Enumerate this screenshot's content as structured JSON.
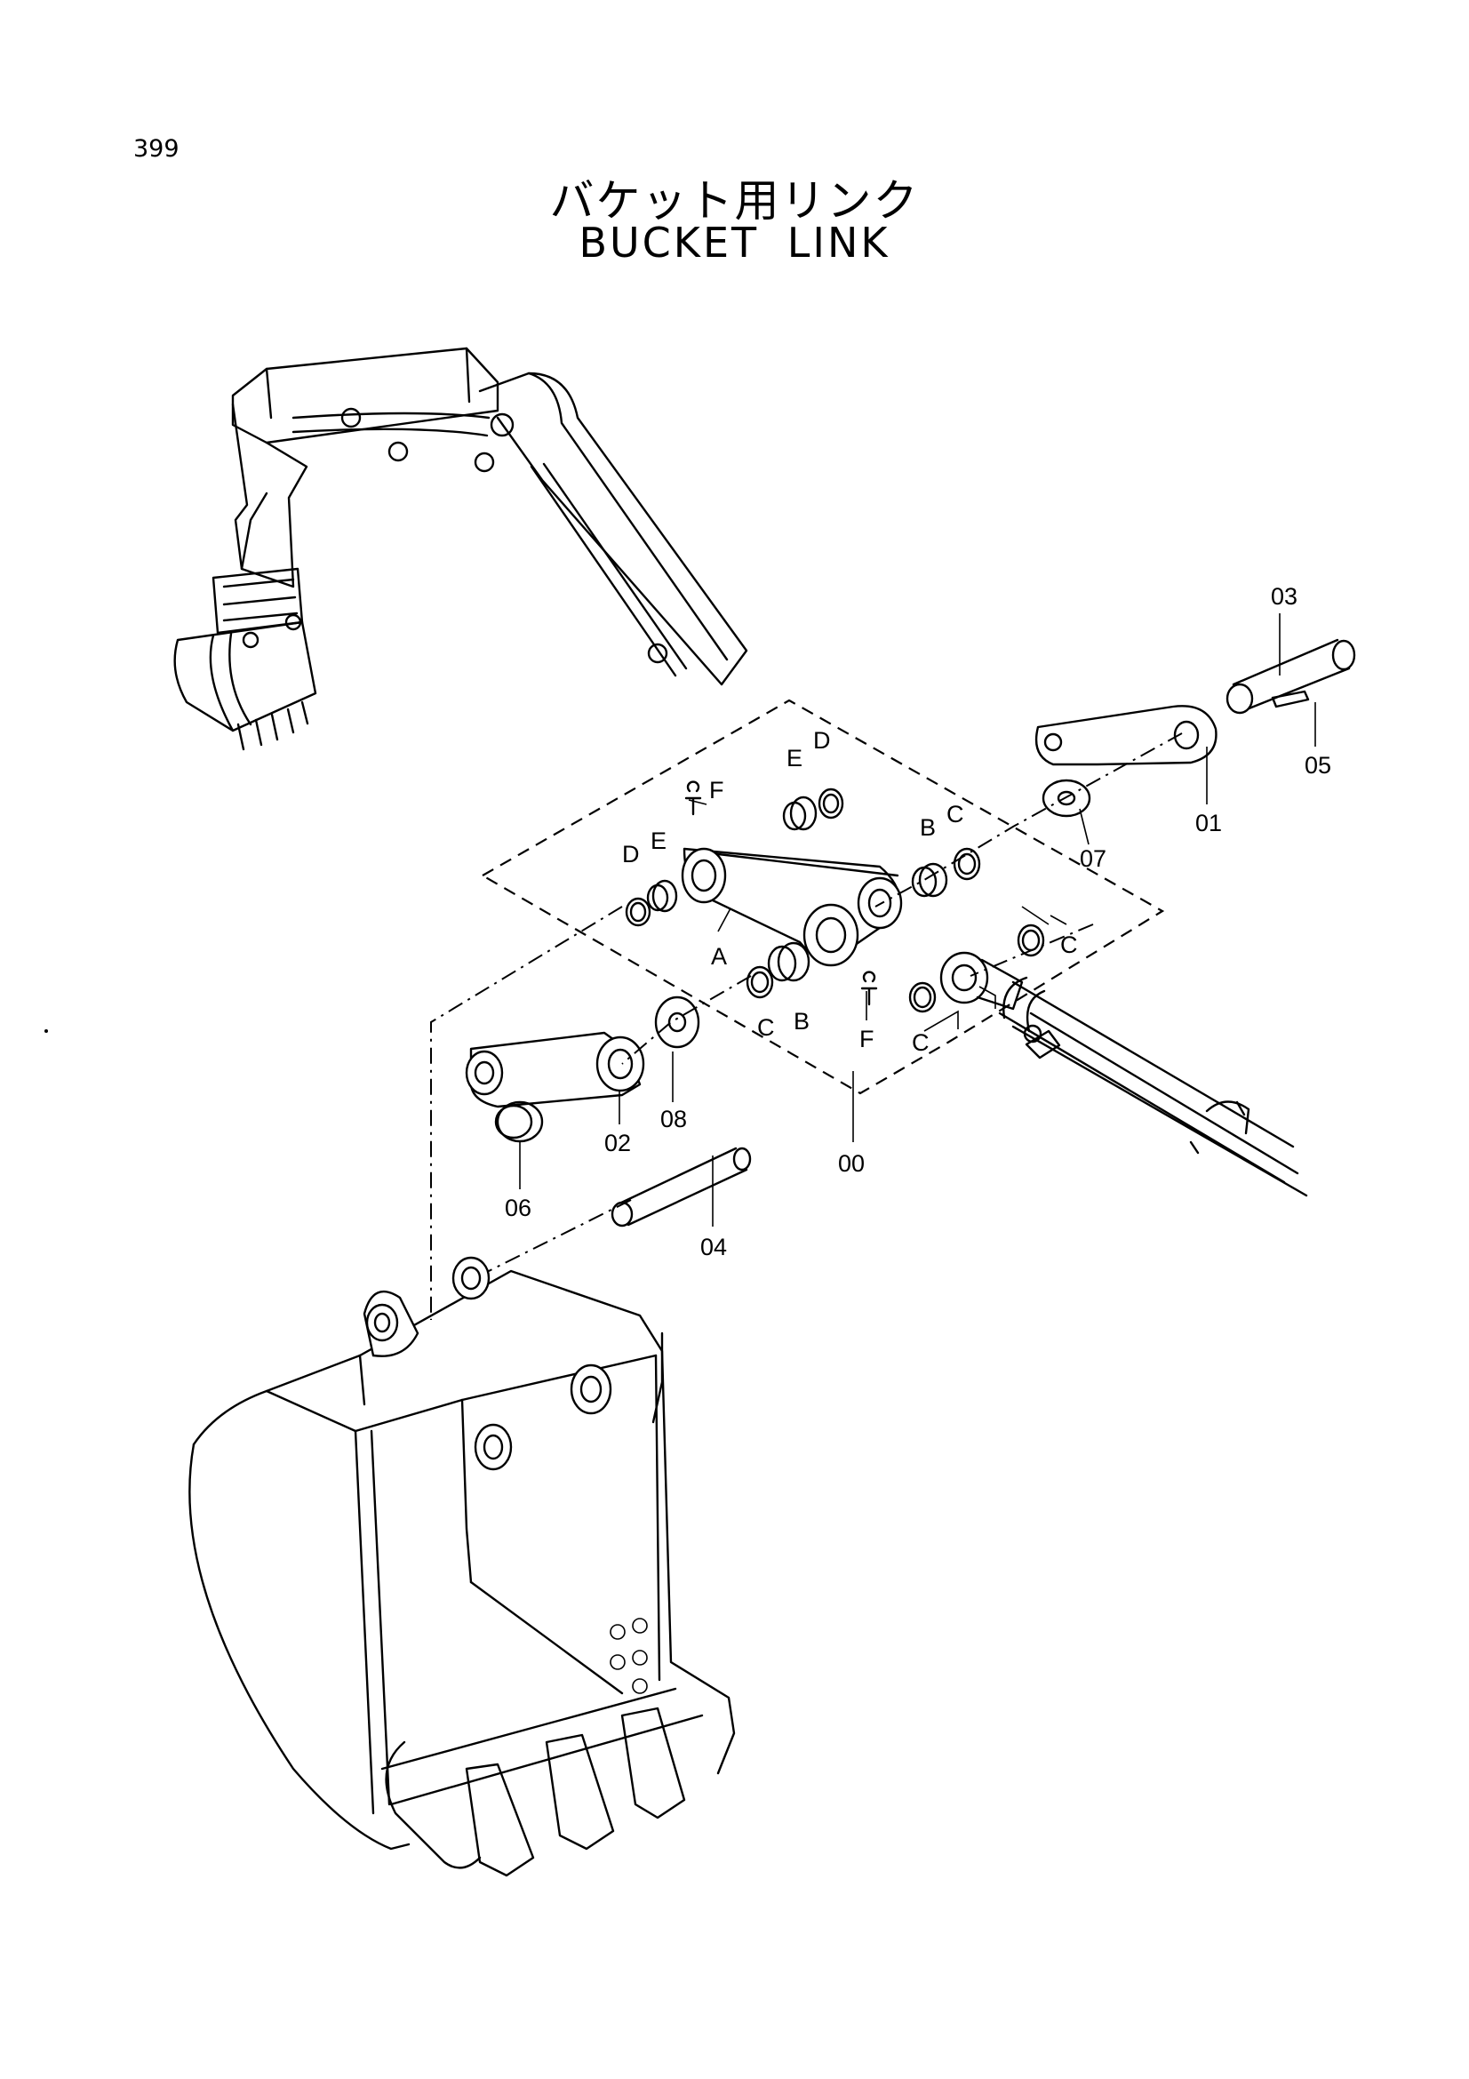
{
  "page_number": "399",
  "title_jp": "バケット用リンク",
  "title_en": "BUCKET  LINK",
  "callouts": {
    "p00": "00",
    "p01": "01",
    "p02": "02",
    "p03": "03",
    "p04": "04",
    "p05": "05",
    "p06": "06",
    "p07": "07",
    "p08": "08",
    "a": "A",
    "b1": "B",
    "b2": "B",
    "c1": "C",
    "c2": "C",
    "c3": "C",
    "c4": "C",
    "d1": "D",
    "d2": "D",
    "e1": "E",
    "e2": "E",
    "f1": "F",
    "f2": "F"
  }
}
